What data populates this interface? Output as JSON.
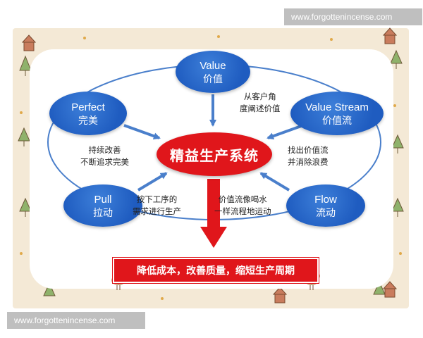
{
  "watermark": {
    "top": "www.forgottenincense.com",
    "bottom": "www.forgottenincense.com"
  },
  "center": "精益生产系统",
  "nodes": {
    "value": {
      "en": "Value",
      "zh": "价值"
    },
    "perfect": {
      "en": "Perfect",
      "zh": "完美"
    },
    "value_stream": {
      "en": "Value Stream",
      "zh": "价值流"
    },
    "pull": {
      "en": "Pull",
      "zh": "拉动"
    },
    "flow": {
      "en": "Flow",
      "zh": "流动"
    }
  },
  "notes": {
    "customer": [
      "从客户角",
      "度阐述价值"
    ],
    "perfect": [
      "持续改善",
      "不断追求完美"
    ],
    "value_stream": [
      "找出价值流",
      "并消除浪费"
    ],
    "pull": [
      "按下工序的",
      "需求进行生产"
    ],
    "flow": [
      "价值流像喝水",
      "一样流程地运动"
    ]
  },
  "result": "降低成本，改善质量，缩短生产周期",
  "colors": {
    "node_blue": "#1f5cc0",
    "arrow_blue": "#4a7fcb",
    "center_red": "#e0161b",
    "frame_beige": "#f4e9d6"
  },
  "decorations": [
    "tree-icon",
    "house-icon",
    "bird-icon",
    "star-icon"
  ]
}
